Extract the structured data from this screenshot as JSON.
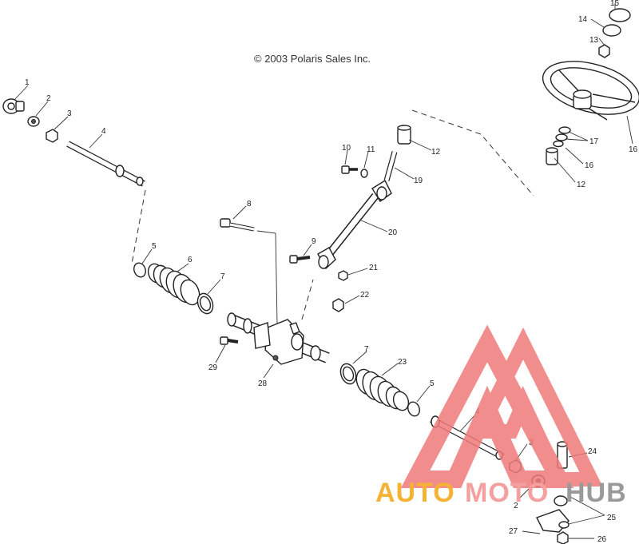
{
  "copyright": "© 2003 Polaris Sales Inc.",
  "callouts": [
    {
      "id": "c1",
      "text": "1"
    },
    {
      "id": "c2a",
      "text": "2"
    },
    {
      "id": "c3a",
      "text": "3"
    },
    {
      "id": "c4a",
      "text": "4"
    },
    {
      "id": "c5a",
      "text": "5"
    },
    {
      "id": "c6",
      "text": "6"
    },
    {
      "id": "c7a",
      "text": "7"
    },
    {
      "id": "c8",
      "text": "8"
    },
    {
      "id": "c9",
      "text": "9"
    },
    {
      "id": "c10",
      "text": "10"
    },
    {
      "id": "c11",
      "text": "11"
    },
    {
      "id": "c12a",
      "text": "12"
    },
    {
      "id": "c12b",
      "text": "12"
    },
    {
      "id": "c13",
      "text": "13"
    },
    {
      "id": "c14",
      "text": "14"
    },
    {
      "id": "c15",
      "text": "15"
    },
    {
      "id": "c16a",
      "text": "16"
    },
    {
      "id": "c16b",
      "text": "16"
    },
    {
      "id": "c17",
      "text": "17"
    },
    {
      "id": "c19",
      "text": "19"
    },
    {
      "id": "c20",
      "text": "20"
    },
    {
      "id": "c21",
      "text": "21"
    },
    {
      "id": "c22",
      "text": "22"
    },
    {
      "id": "c23",
      "text": "23"
    },
    {
      "id": "c24",
      "text": "24"
    },
    {
      "id": "c25",
      "text": "25"
    },
    {
      "id": "c26",
      "text": "26"
    },
    {
      "id": "c27",
      "text": "27"
    },
    {
      "id": "c28",
      "text": "28"
    },
    {
      "id": "c29",
      "text": "29"
    },
    {
      "id": "c5b",
      "text": "5"
    },
    {
      "id": "c6b",
      "text": "6"
    },
    {
      "id": "c7b",
      "text": "7"
    },
    {
      "id": "c4b",
      "text": "4"
    },
    {
      "id": "c3b",
      "text": "3"
    },
    {
      "id": "c2b",
      "text": "2"
    }
  ],
  "watermark": {
    "text_auto": "AUTO",
    "text_moto": "MOTO",
    "text_hub": "HUB",
    "color_auto": "#f5b335",
    "color_moto": "#f4a0a0",
    "color_hub": "#9a9a9a",
    "logo_color": "#f07a7a"
  }
}
